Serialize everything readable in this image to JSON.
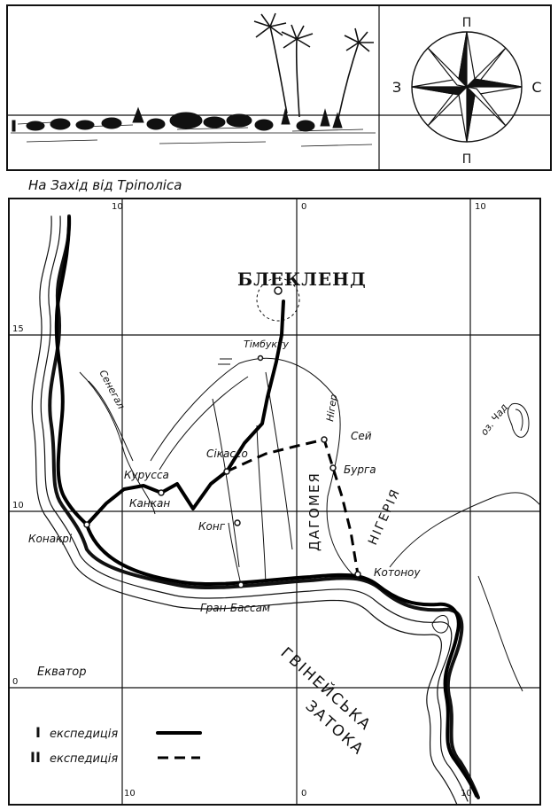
{
  "caption": "На Захід від Тріполіса",
  "compass": {
    "north": "П",
    "south": "П",
    "west": "З",
    "east": "С"
  },
  "map": {
    "title": "БЛЕКЛЕНД",
    "ticks": {
      "top": [
        "10",
        "0",
        "10"
      ],
      "bottom": [
        "10",
        "0",
        "10"
      ],
      "left": [
        "15",
        "10",
        "0"
      ]
    },
    "places": {
      "timbuktu": "Тімбукту",
      "sikasso": "Сікассо",
      "kurussa": "Курусса",
      "kankan": "Канкан",
      "kong": "Конг",
      "konakri": "Конакрі",
      "grand_bassam": "Гран-Бассам",
      "sey": "Сей",
      "burga": "Бурга",
      "kotonou": "Котоноу"
    },
    "regions": {
      "dahomey": "ДАГОМЕЯ",
      "niger_region": "НІГЕРІЯ",
      "gulf_line1": "ГВІНЕЙСЬКА",
      "gulf_line2": "ЗАТОКА",
      "equator": "Екватор"
    },
    "rivers": {
      "senegal": "Сенегал",
      "niger": "Нігер",
      "ozgad": "оз. Чад"
    },
    "legend": [
      {
        "numeral": "I",
        "label": "експедиція",
        "line": "solid"
      },
      {
        "numeral": "II",
        "label": "експедиція",
        "line": "dashed"
      }
    ]
  }
}
